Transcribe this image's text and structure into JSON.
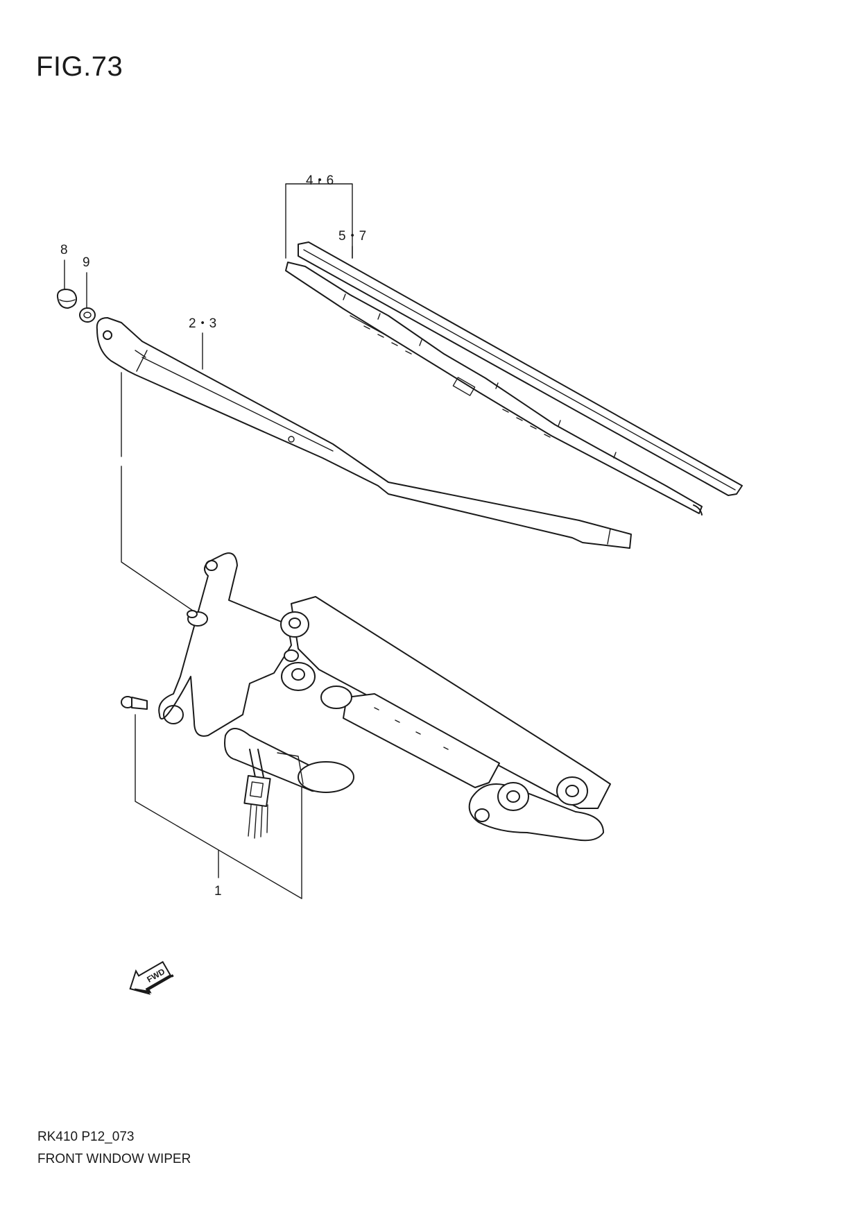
{
  "figure": {
    "title": "FIG.73"
  },
  "callouts": {
    "c8": "8",
    "c9": "9",
    "c23": "2・3",
    "c46": "4・6",
    "c57": "5・7",
    "c1": "1"
  },
  "fwd_badge": {
    "label": "FWD",
    "icon": "fwd-arrow-icon"
  },
  "footer": {
    "code": "RK410 P12_073",
    "name": "FRONT WINDOW WIPER"
  }
}
